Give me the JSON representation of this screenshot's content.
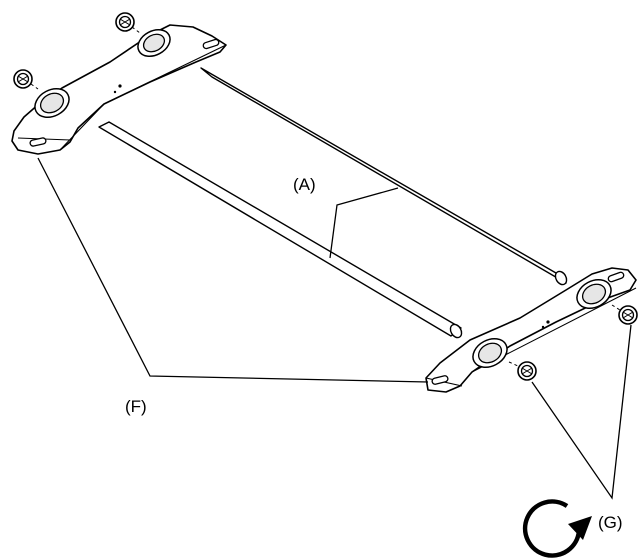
{
  "diagram": {
    "callouts": {
      "a": "(A)",
      "f": "(F)",
      "g": "(G)"
    },
    "icons": {
      "rotation": "clockwise-rotation-arrow-icon"
    },
    "colors": {
      "stroke": "#000000",
      "fill": "#ffffff",
      "shade": "#d9d9d9"
    }
  }
}
